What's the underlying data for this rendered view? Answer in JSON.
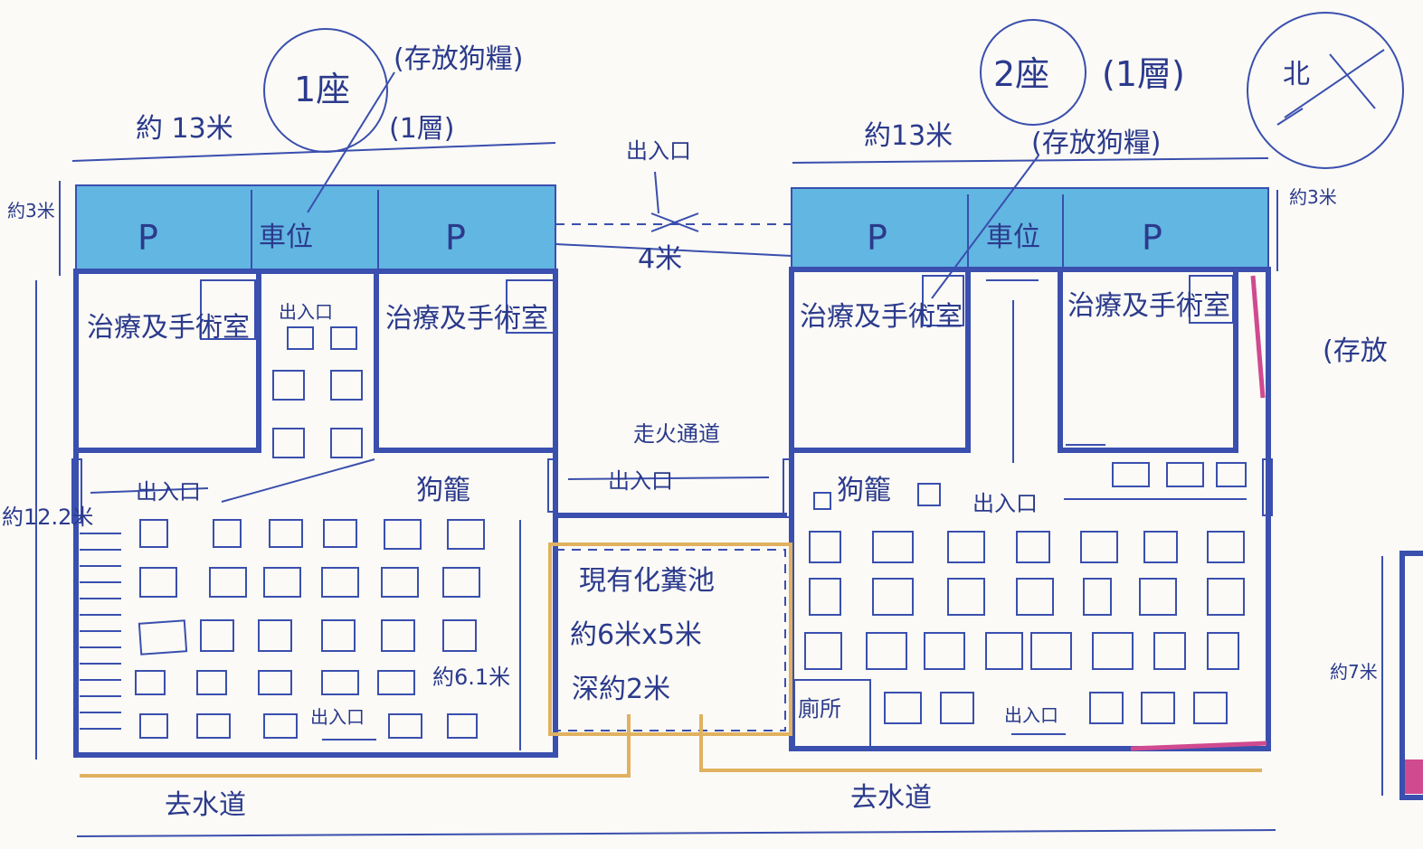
{
  "labels": {
    "building1": "1座",
    "building2": "2座",
    "storage_top1": "(存放狗糧)",
    "storage_top2": "(存放狗糧)",
    "storage_right": "(存放",
    "floor1": "(1層)",
    "floor2": "(1層)",
    "width1": "約 13米",
    "width2": "約13米",
    "height_left_top": "約3米",
    "height_right_top": "約3米",
    "depth_left": "約12.2米",
    "right_edge": "約7米",
    "entrance_top": "出入口",
    "gap_width": "4米",
    "parking_p": "P",
    "car_space": "車位",
    "treatment_room": "治療及手術室",
    "entrance": "出入口",
    "walkway": "走火通道",
    "dog_cage": "狗籠",
    "septic_line1": "現有化糞池",
    "septic_line2": "約6米x5米",
    "septic_line3": "深約2米",
    "cage_depth": "約6.1米",
    "toilet": "廁所",
    "drain": "去水道",
    "compass": "北"
  },
  "colors": {
    "ink": "#2b3a8c",
    "wall": "#3a4fae",
    "parking": "#37a3dc",
    "pipe": "#e0b15f",
    "accent": "#d04a8f"
  }
}
